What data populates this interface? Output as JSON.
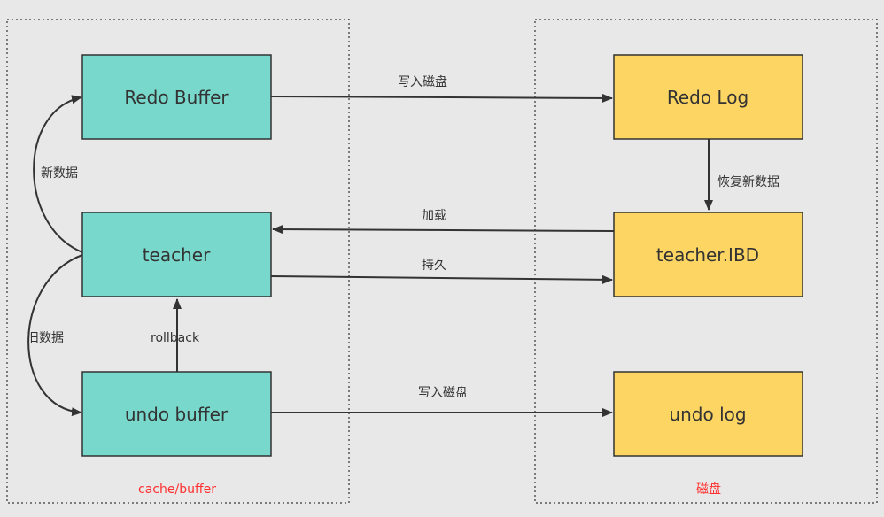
{
  "colors": {
    "background": "#e8e8e8",
    "cache_node": "#78d8cc",
    "disk_node": "#fdd563",
    "border": "#333333",
    "group_label": "#ff3030",
    "text": "#333333"
  },
  "groups": {
    "cache": {
      "label": "cache/buffer"
    },
    "disk": {
      "label": "磁盘"
    }
  },
  "nodes": {
    "redo_buffer": {
      "label": "Redo Buffer"
    },
    "teacher": {
      "label": "teacher"
    },
    "undo_buffer": {
      "label": "undo buffer"
    },
    "redo_log": {
      "label": "Redo Log"
    },
    "teacher_ibd": {
      "label": "teacher.IBD"
    },
    "undo_log": {
      "label": "undo log"
    }
  },
  "edges": {
    "redo_write": {
      "label": "写入磁盘"
    },
    "recover": {
      "label": "恢复新数据"
    },
    "load": {
      "label": "加载"
    },
    "persist": {
      "label": "持久"
    },
    "undo_write": {
      "label": "写入磁盘"
    },
    "new_data": {
      "label": "新数据"
    },
    "old_data": {
      "label": "旧数据"
    },
    "rollback": {
      "label": "rollback"
    }
  }
}
